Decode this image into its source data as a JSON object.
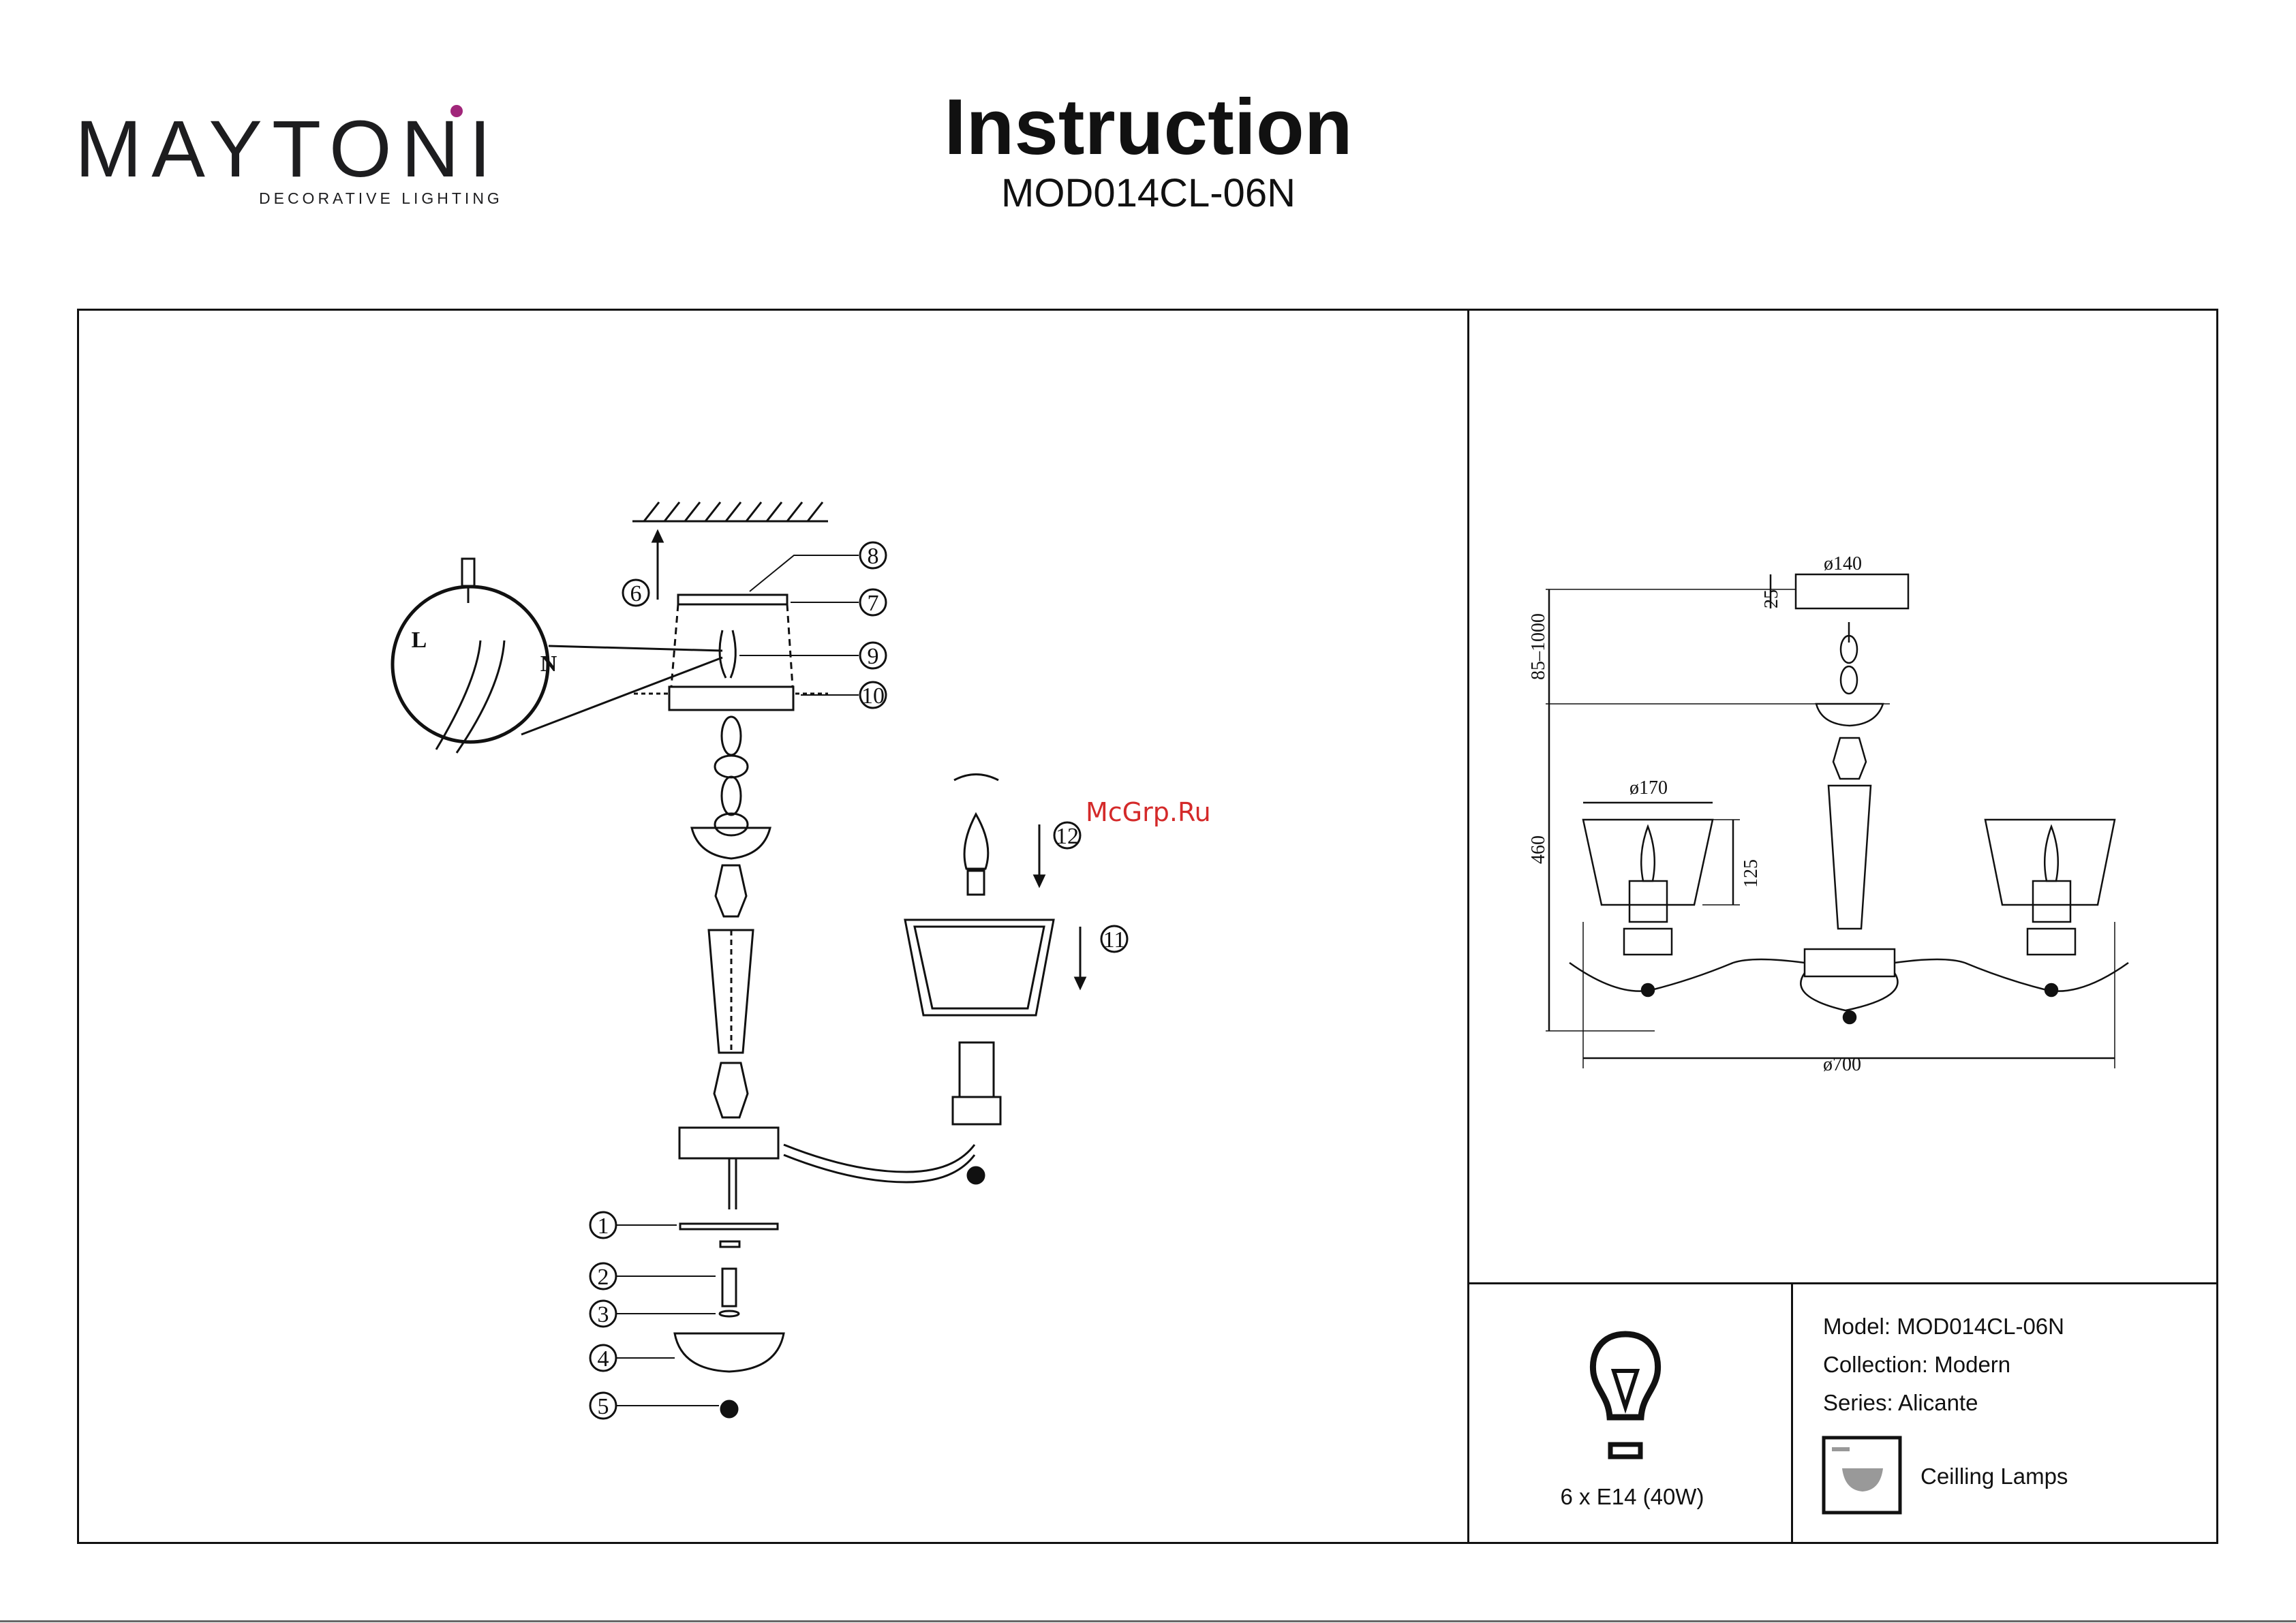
{
  "brand": {
    "name": "MAYTONI",
    "tagline": "DECORATIVE LIGHTING",
    "accent_color": "#a1267a"
  },
  "header": {
    "title": "Instruction",
    "model_code": "MOD014CL-06N"
  },
  "watermark": "McGrp.Ru",
  "assembly": {
    "wiring_labels": {
      "live": "L",
      "neutral": "N"
    },
    "callouts": [
      "1",
      "2",
      "3",
      "4",
      "5",
      "6",
      "7",
      "8",
      "9",
      "10",
      "11",
      "12"
    ]
  },
  "dimensions": {
    "canopy": "ø140",
    "canopy_height": "25",
    "chain": "85–1000",
    "shade": "ø170",
    "shade_height": "125",
    "body_height": "460",
    "diameter": "ø700"
  },
  "specs": {
    "bulb": "6 x E14 (40W)",
    "model": "Model: MOD014CL-06N",
    "collection": "Collection: Modern",
    "series": "Series: Alicante",
    "category": "Ceilling Lamps"
  },
  "icons": [
    "bulb-icon",
    "ceiling-lamp-icon",
    "screwdriver-icon"
  ]
}
